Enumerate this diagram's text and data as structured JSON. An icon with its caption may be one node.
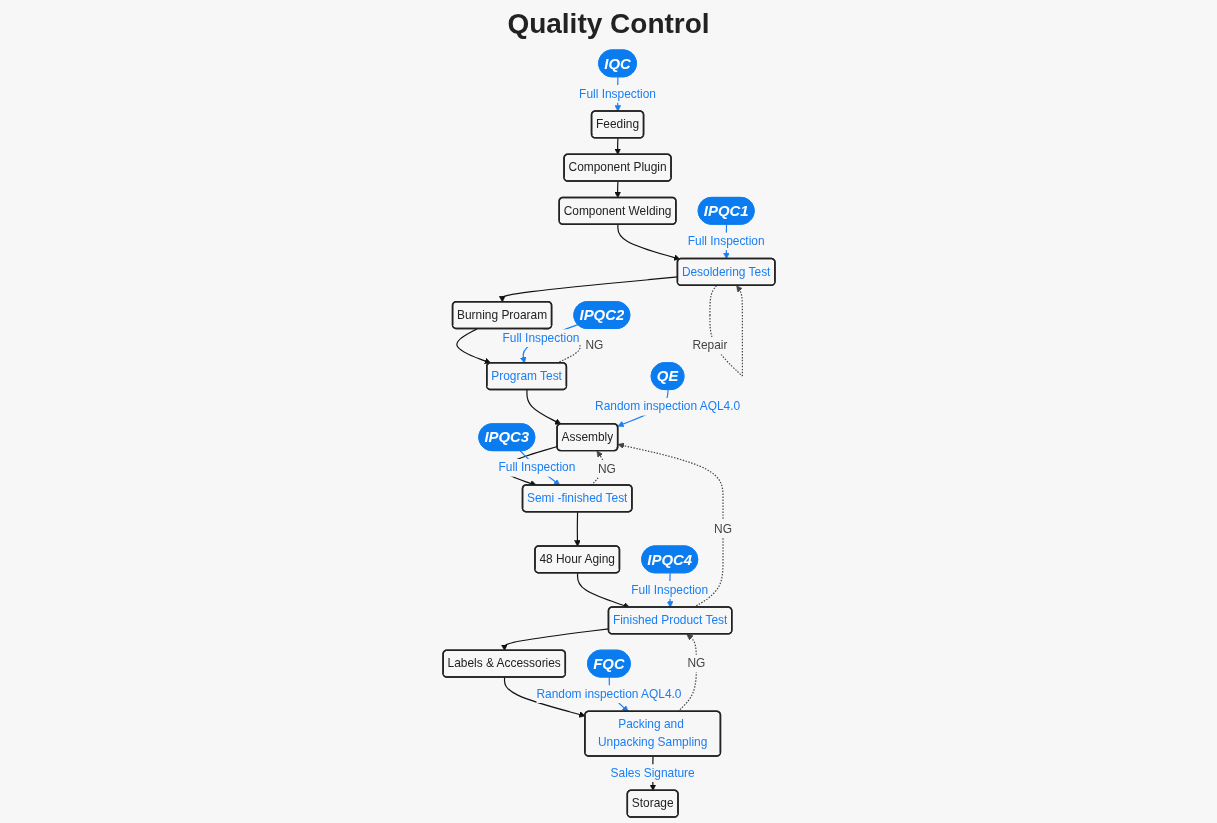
{
  "diagram": {
    "title": "Quality Control",
    "nodes": [
      {
        "text": [
          "IQC"
        ]
      },
      {
        "text": [
          "Feeding"
        ]
      },
      {
        "text": [
          "Component Plugin"
        ]
      },
      {
        "text": [
          "Component Welding"
        ]
      },
      {
        "text": [
          "IPQC1"
        ]
      },
      {
        "text": [
          "Desoldering Test"
        ]
      },
      {
        "text": [
          "Burning Proaram"
        ]
      },
      {
        "text": [
          "IPQC4"
        ]
      },
      {
        "text": [
          "Finished Product Test"
        ]
      },
      {
        "text": [
          "48 Hour Aging"
        ]
      },
      {
        "text": [
          "Semi -finished Test"
        ]
      },
      {
        "text": [
          "Assembly"
        ]
      },
      {
        "text": [
          "Program Test"
        ]
      },
      {
        "text": [
          "IPQC3"
        ]
      },
      {
        "text": [
          "QE"
        ]
      },
      {
        "text": [
          "IPQC2"
        ]
      },
      {
        "text": [
          "Labels & Accessories"
        ]
      },
      {
        "text": [
          "Packing and Unpacking Sampling"
        ]
      },
      {
        "text": [
          "Storage"
        ]
      },
      {
        "text": [
          "FQC"
        ]
      }
    ],
    "edges": [
      {
        "from": 0,
        "to": 1,
        "arrow": "to",
        "label": "Full Inspection",
        "color": "#1a7ef5"
      },
      {
        "from": 1,
        "to": 2,
        "arrow": "to"
      },
      {
        "from": 2,
        "to": 3,
        "arrow": "to"
      },
      {
        "from": 3,
        "to": 5,
        "arrow": "to"
      },
      {
        "from": 4,
        "to": 5,
        "arrow": "to",
        "label": "Full Inspection",
        "color": "#1a7ef5"
      },
      {
        "from": 5,
        "to": 5,
        "arrow": "to",
        "label": "Repair",
        "style": "dashed",
        "color": "#444444"
      },
      {
        "from": 5,
        "to": 6,
        "arrow": "to"
      },
      {
        "from": 6,
        "to": 12,
        "arrow": "to"
      },
      {
        "from": 12,
        "to": 6,
        "arrow": "to",
        "label": "NG",
        "style": "dashed",
        "color": "#444444"
      },
      {
        "from": 12,
        "to": 11,
        "arrow": "to"
      },
      {
        "from": 15,
        "to": 12,
        "arrow": "to",
        "label": "Full Inspection",
        "color": "#1a7ef5"
      },
      {
        "from": 11,
        "to": 10,
        "arrow": "to"
      },
      {
        "from": 14,
        "to": 11,
        "arrow": "to",
        "label": "Random inspection AQL4.0",
        "color": "#1a7ef5"
      },
      {
        "from": 10,
        "to": 11,
        "arrow": "to",
        "label": "NG",
        "style": "dashed",
        "color": "#444444"
      },
      {
        "from": 13,
        "to": 10,
        "arrow": "to",
        "label": "Full Inspection",
        "color": "#1a7ef5"
      },
      {
        "from": 10,
        "to": 9,
        "arrow": "to"
      },
      {
        "from": 9,
        "to": 8,
        "arrow": "to"
      },
      {
        "from": 8,
        "to": 11,
        "arrow": "to",
        "label": "NG",
        "style": "dashed",
        "color": "#444444"
      },
      {
        "from": 7,
        "to": 8,
        "arrow": "to",
        "label": "Full Inspection",
        "color": "#1a7ef5"
      },
      {
        "from": 8,
        "to": 16,
        "arrow": "to"
      },
      {
        "from": 16,
        "to": 17,
        "arrow": "to"
      },
      {
        "from": 17,
        "to": 8,
        "arrow": "to",
        "label": "NG",
        "style": "dashed",
        "color": "#444444"
      },
      {
        "from": 17,
        "to": 18,
        "arrow": "to",
        "label": "Sales Signature"
      },
      {
        "from": 19,
        "to": 17,
        "arrow": "to",
        "label": "Random inspection AQL4.0",
        "color": "#1a7ef5"
      }
    ]
  }
}
